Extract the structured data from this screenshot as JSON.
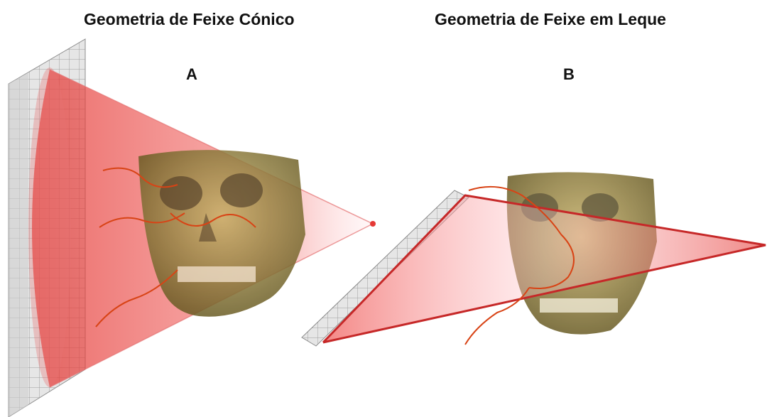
{
  "panels": [
    {
      "title": "Geometria de Feixe Cónico",
      "label": "A"
    },
    {
      "title": "Geometria de Feixe em Leque",
      "label": "B"
    }
  ],
  "colors": {
    "beam": "#e53935",
    "beam_edge": "#c62828",
    "detector": "#d9d9d9",
    "detector_line": "#9e9e9e",
    "skull": "#8a7a3a",
    "scatter": "#d84315"
  },
  "icons": [
    "detector-panel-icon",
    "skull-icon",
    "scatter-ray-icon",
    "xray-source-icon"
  ]
}
